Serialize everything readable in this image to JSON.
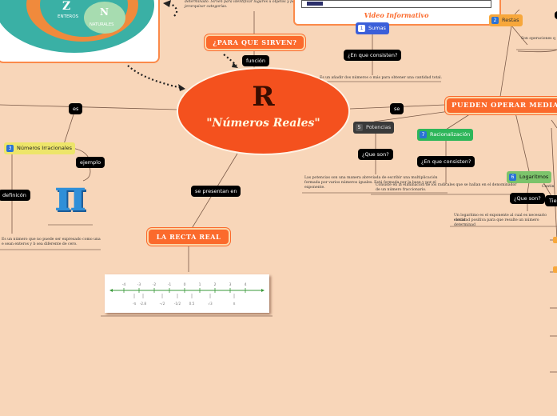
{
  "central": {
    "symbol": "R",
    "title": "\"Números Reales\""
  },
  "sets_diagram": {
    "z_letter": "Z",
    "z_label": "ENTEROS",
    "n_letter": "N",
    "n_label": "NATURALES"
  },
  "top_text": {
    "line1": "determinado. Sirven para identificar lugares u objetos y para",
    "line2": "jerarquizar categorías."
  },
  "video": {
    "label": "Video Informativo"
  },
  "para_que": {
    "label": "¿PARA QUE SIRVEN?"
  },
  "connectors": {
    "funcion": "función",
    "es": "es",
    "se": "se",
    "se_presentan": "se presentan en",
    "ejemplo": "ejemplo",
    "definicion": "definicón",
    "que_consisten_1": "¿En que consisten?",
    "que_son_1": "¿Que son?",
    "que_consisten_2": "¿En que consisten?",
    "que_son_2": "¿Que son?",
    "tiene": "Tien"
  },
  "operar": {
    "label": "PUEDEN OPERAR MEDIAN"
  },
  "recta": {
    "label": "LA RECTA REAL"
  },
  "topics": {
    "sumas": {
      "num": "1",
      "label": "Sumas"
    },
    "restas": {
      "num": "2",
      "label": "Restas"
    },
    "potencias": {
      "num": "5",
      "label": "Potencias"
    },
    "racionalizacion": {
      "num": "7",
      "label": "Racionalización"
    },
    "logaritmos": {
      "num": "6",
      "label": "Logaritmos"
    },
    "irracionales": {
      "num": "3",
      "label": "Números Irracionales"
    }
  },
  "texts": {
    "sumas": "Es un añadir dos números o más para obtener una cantidad total.",
    "restas": "Son operaciones q",
    "potencias_1": "Las potencias son una manera abreviada de escribir una multiplicación",
    "potencias_2": "formada por varios números iguales. Está formada por la base y por el",
    "potencias_3": "exponente.",
    "racion_1": "Consiste en la eliminación de los radicales que se hallan en el denominador",
    "racion_2": "de un número fraccionario.",
    "log_1": "Un logaritmo es el exponente al cual es necesario elevar",
    "log_2": "cantidad positiva para que resulte un número determinad",
    "irr_1": "Es un número que no puede ser expresado como una",
    "irr_2": "e sean enteros y b sea diferente de cero.",
    "contin": "Contin"
  },
  "number_line": {
    "ticks": [
      "-4",
      "-3",
      "-2",
      "-1",
      "0",
      "1",
      "2",
      "3",
      "4"
    ],
    "specials": [
      "-π",
      "-2.8",
      "-√2",
      "-1/2",
      "0.5",
      "√3",
      "π"
    ]
  },
  "pi_symbol": "π",
  "colors": {
    "background": "#f8d6b9",
    "central": "#f4511e",
    "accent": "#fb6a2c",
    "teal": "#3ab0a5"
  }
}
